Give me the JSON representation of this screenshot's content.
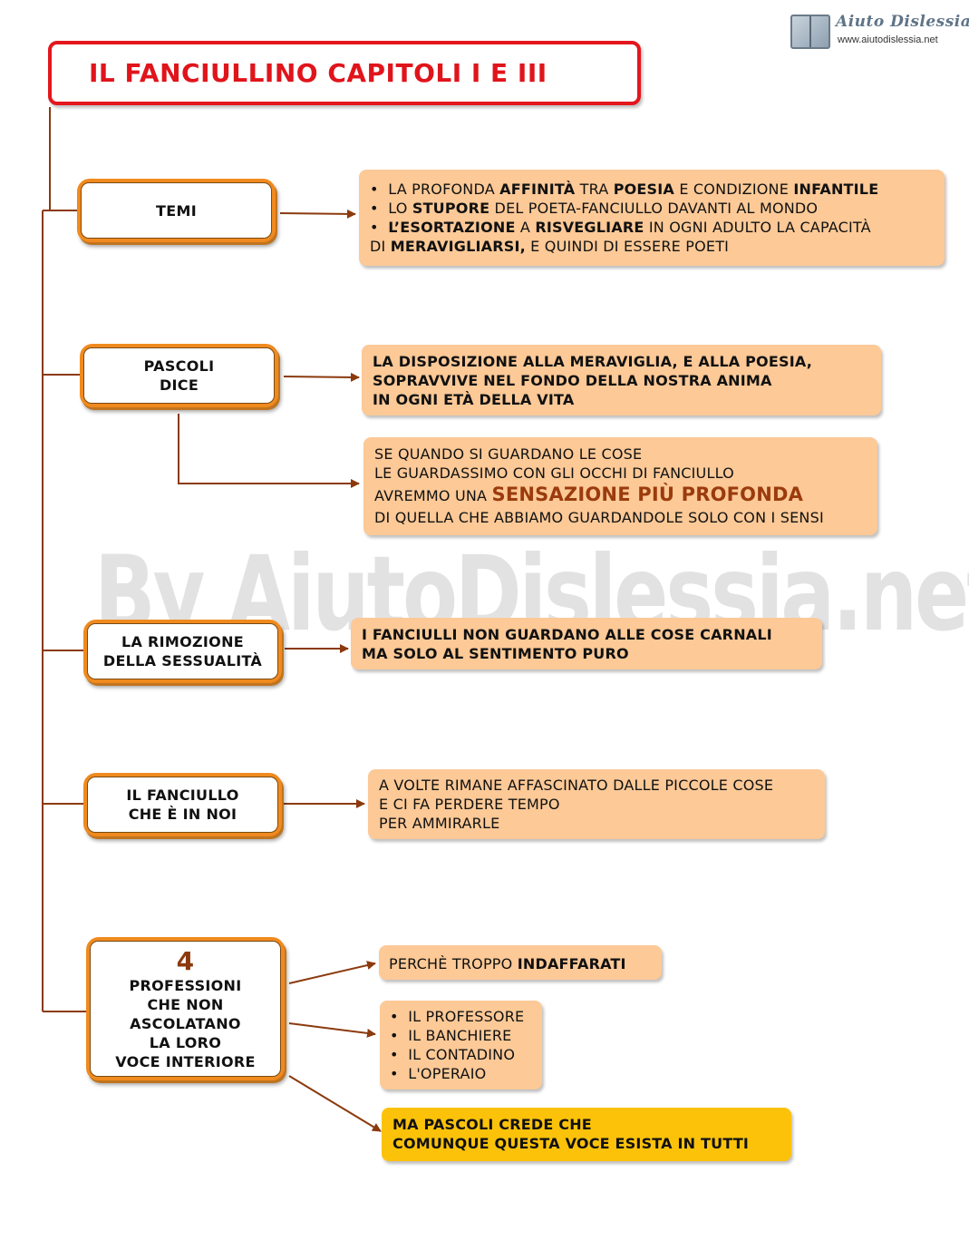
{
  "logo": {
    "title": "Aiuto Dislessia",
    "url": "www.aiutodislessia.net"
  },
  "title": "IL FANCIULLINO CAPITOLI I E III",
  "watermark": "By AiutoDislessia.net",
  "colors": {
    "title_red": "#e0141b",
    "node_border": "#f08a1e",
    "box_fill": "#fcc997",
    "highlight_box": "#fcc20a",
    "connector": "#8b3a0e"
  },
  "nodes": {
    "temi": [
      "TEMI"
    ],
    "pascoli": [
      "PASCOLI",
      "DICE"
    ],
    "rimozione": [
      "LA RIMOZIONE",
      "DELLA SESSUALITÀ"
    ],
    "fanciullo": [
      "IL FANCIULLO",
      "CHE È IN NOI"
    ],
    "professioni": {
      "number": "4",
      "lines": [
        "PROFESSIONI",
        "CHE NON",
        "ASCOLATANO",
        "LA LORO",
        "VOCE INTERIORE"
      ]
    }
  },
  "temi_box": {
    "l1": {
      "a": "LA PROFONDA ",
      "b": "AFFINITÀ",
      "c": " TRA ",
      "d": "POESIA",
      "e": " E CONDIZIONE ",
      "f": "INFANTILE"
    },
    "l2": {
      "a": "LO ",
      "b": "STUPORE",
      "c": " DEL POETA-FANCIULLO DAVANTI AL MONDO"
    },
    "l3": {
      "a": "L’ESORTAZIONE",
      "b": " A ",
      "c": "RISVEGLIARE",
      "d": " IN OGNI ADULTO LA CAPACITÀ"
    },
    "l4": {
      "a": "DI ",
      "b": "MERAVIGLIARSI,",
      "c": " E QUINDI DI ESSERE POETI"
    }
  },
  "pascoli_box1": [
    "LA DISPOSIZIONE  ALLA MERAVIGLIA,  E ALLA POESIA,",
    "SOPRAVVIVE NEL FONDO DELLA NOSTRA ANIMA",
    "IN OGNI ETÀ DELLA VITA"
  ],
  "pascoli_box2": {
    "l1": "SE QUANDO SI GUARDANO LE COSE",
    "l2": "LE GUARDASSIMO CON GLI OCCHI DI FANCIULLO",
    "l3a": "AVREMMO UNA ",
    "l3b": "SENSAZIONE PIÙ PROFONDA",
    "l4": "DI QUELLA CHE ABBIAMO GUARDANDOLE SOLO CON I SENSI"
  },
  "rimozione_box": [
    "I FANCIULLI NON GUARDANO ALLE COSE CARNALI",
    "MA SOLO AL SENTIMENTO PURO"
  ],
  "fanciullo_box": [
    "A VOLTE RIMANE AFFASCINATO DALLE PICCOLE COSE",
    "E CI FA PERDERE TEMPO",
    "PER  AMMIRARLE"
  ],
  "professioni_box1": {
    "a": "PERCHÈ TROPPO ",
    "b": "INDAFFARATI"
  },
  "professioni_list": [
    "IL PROFESSORE",
    "IL BANCHIERE",
    "IL CONTADINO",
    "L'OPERAIO"
  ],
  "professioni_box3": [
    "MA PASCOLI CREDE CHE",
    "COMUNQUE QUESTA VOCE ESISTA IN TUTTI"
  ]
}
